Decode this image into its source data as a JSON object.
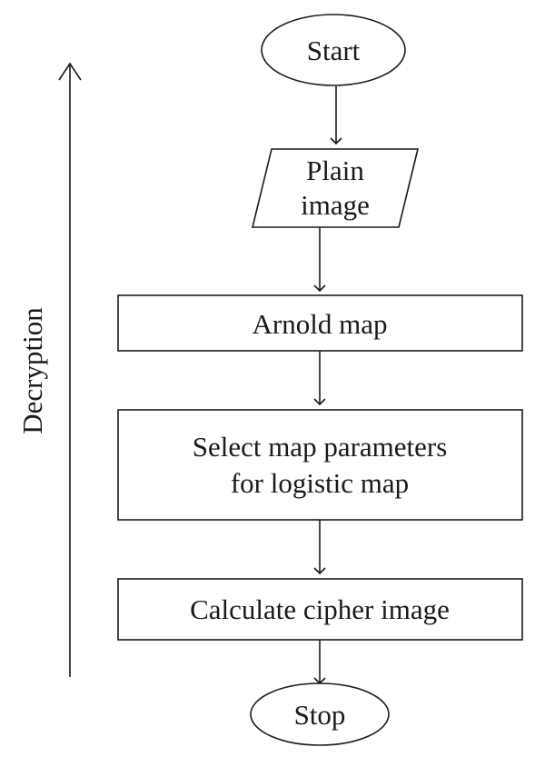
{
  "nodes": {
    "start": {
      "label": "Start"
    },
    "plain_image": {
      "line1": "Plain",
      "line2": "image"
    },
    "arnold_map": {
      "label": "Arnold map"
    },
    "select_params": {
      "line1": "Select map parameters",
      "line2": "for logistic map"
    },
    "calculate_cipher": {
      "label": "Calculate cipher image"
    },
    "stop": {
      "label": "Stop"
    }
  },
  "side_label": "Decryption"
}
